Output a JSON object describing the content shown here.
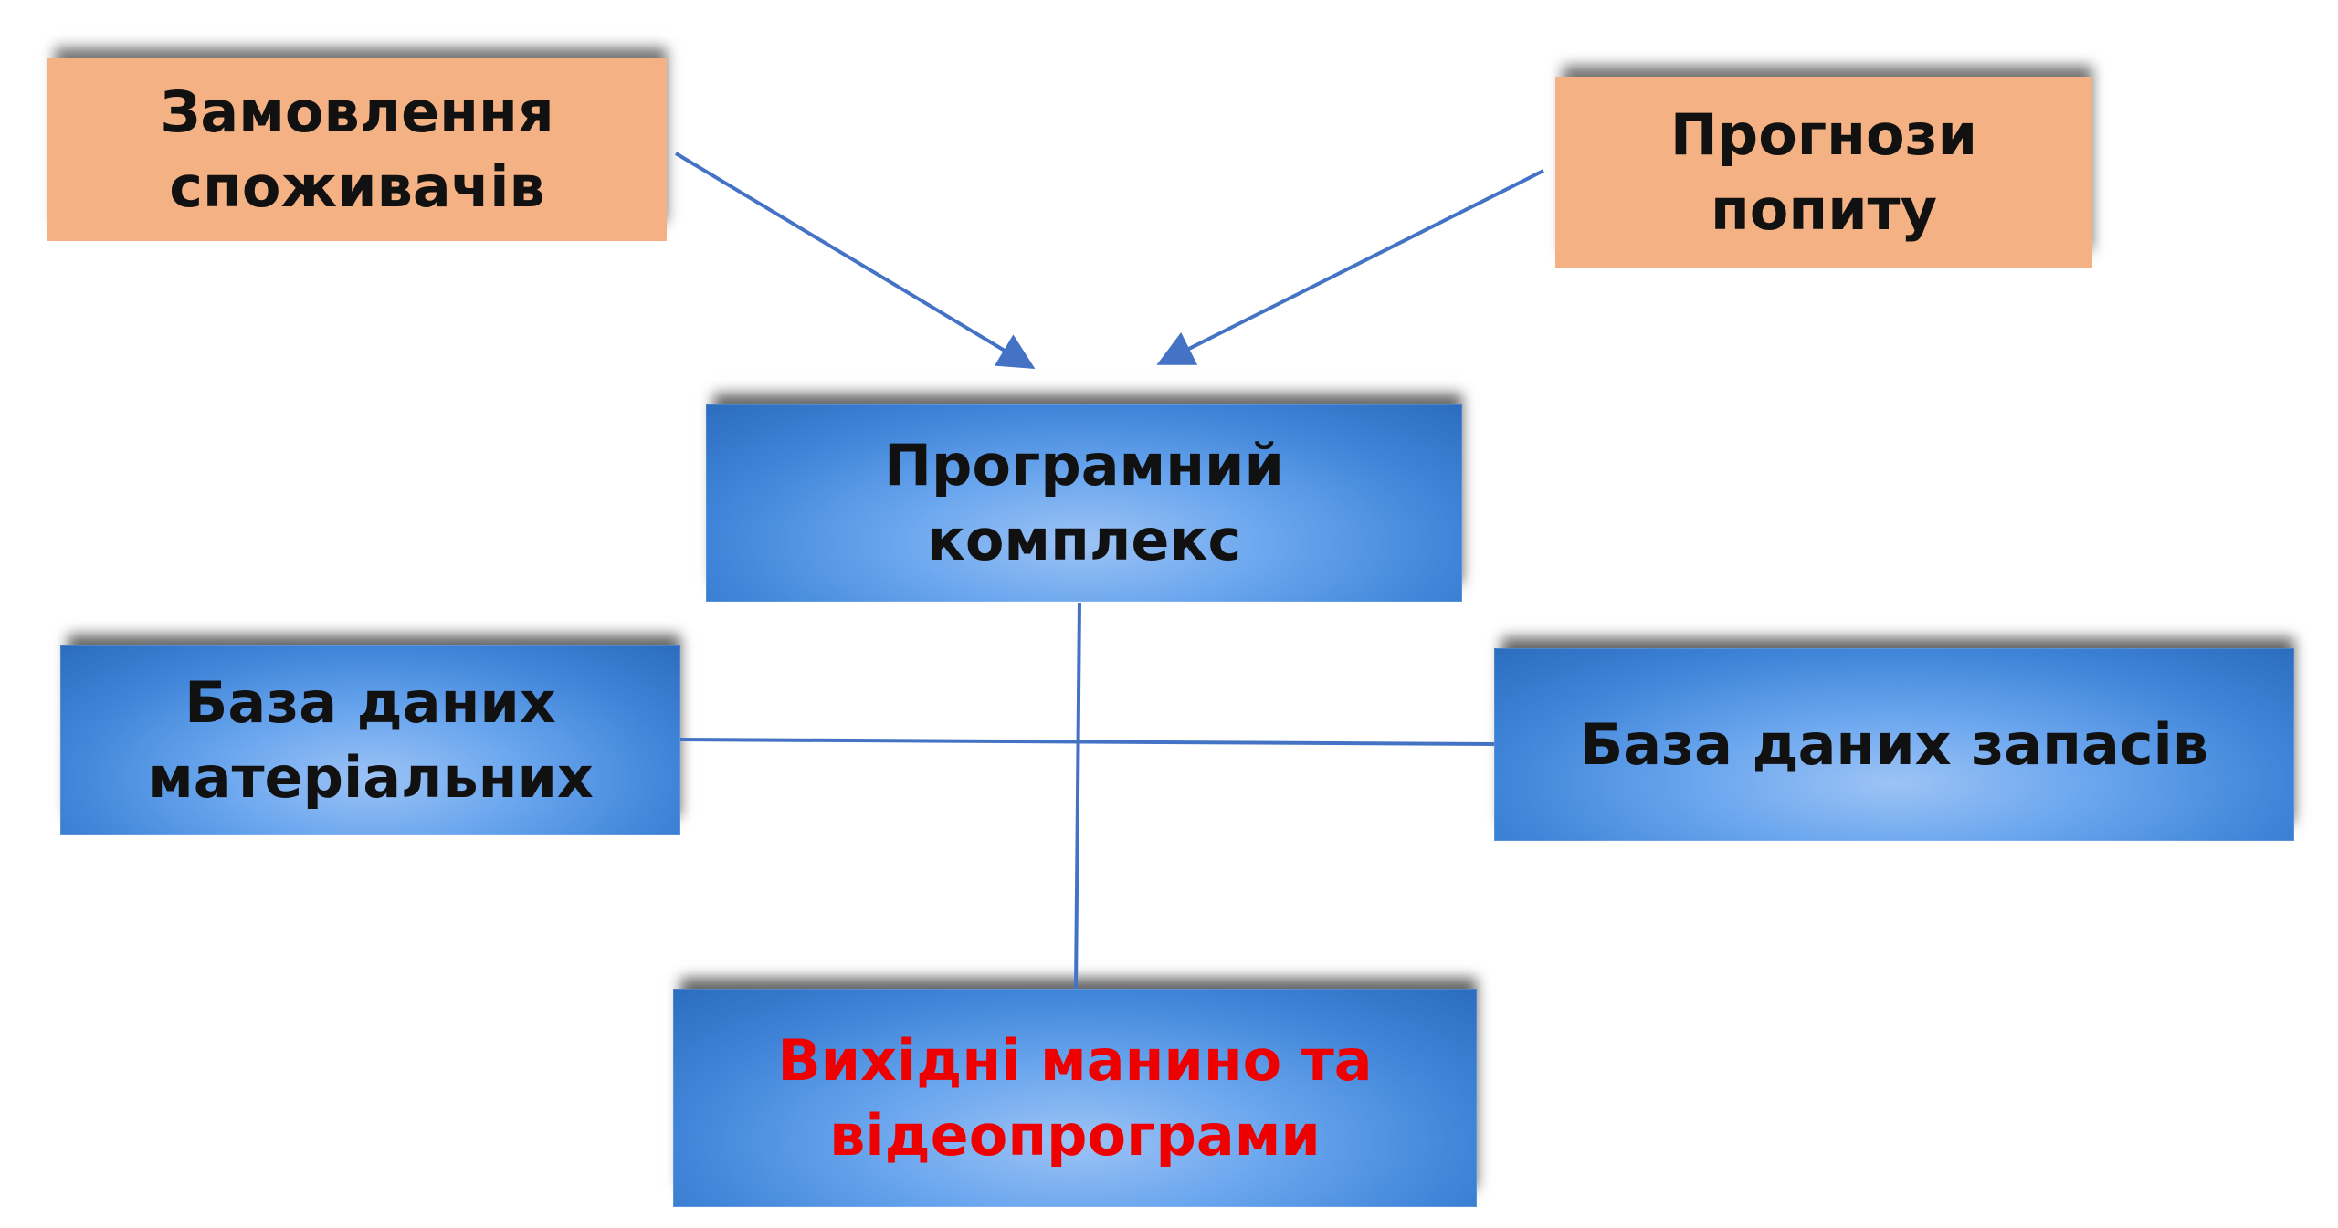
{
  "diagram": {
    "nodes": {
      "customer_orders": {
        "label": "Замовлення\nспоживачів",
        "color": "#f4b183"
      },
      "demand_forecasts": {
        "label": "Прогнози\nпопиту",
        "color": "#f4b183"
      },
      "software_complex": {
        "label": "Програмний\nкомплекс",
        "color": "#3f84d8"
      },
      "materials_db": {
        "label": "База даних\nматеріальних",
        "color": "#3f84d8"
      },
      "inventory_db": {
        "label": "База даних запасів",
        "color": "#3f84d8"
      },
      "output_programs": {
        "label": "Вихідні манино та\nвідеопрограми",
        "color": "#3f84d8",
        "text_color": "#ee0000"
      }
    },
    "connector_color": "#4472c4"
  }
}
